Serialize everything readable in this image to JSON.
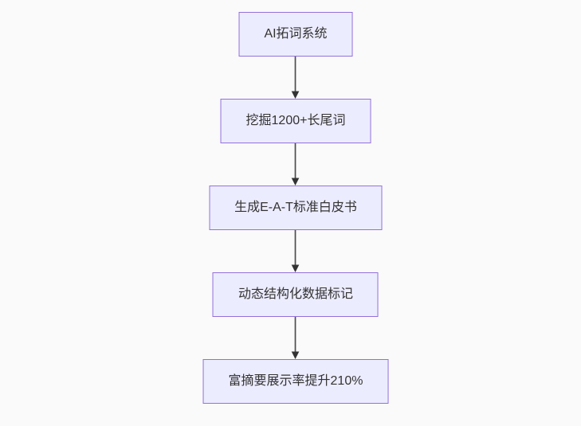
{
  "colors": {
    "background": "#fafafa",
    "node_fill": "#ECECFF",
    "node_border": "#9370DB",
    "text": "#333333",
    "edge_line": "#4d4d4d",
    "edge_head": "#333333"
  },
  "flowchart": {
    "type": "flowchart",
    "direction": "top-down",
    "nodes": [
      {
        "label": "AI拓词系统"
      },
      {
        "label": "挖掘1200+长尾词"
      },
      {
        "label": "生成E-A-T标准白皮书"
      },
      {
        "label": "动态结构化数据标记"
      },
      {
        "label": "富摘要展示率提升210%"
      }
    ],
    "edges": [
      {
        "from": 0,
        "to": 1,
        "style": "arrow-down"
      },
      {
        "from": 1,
        "to": 2,
        "style": "arrow-down"
      },
      {
        "from": 2,
        "to": 3,
        "style": "arrow-down"
      },
      {
        "from": 3,
        "to": 4,
        "style": "arrow-down"
      }
    ]
  }
}
